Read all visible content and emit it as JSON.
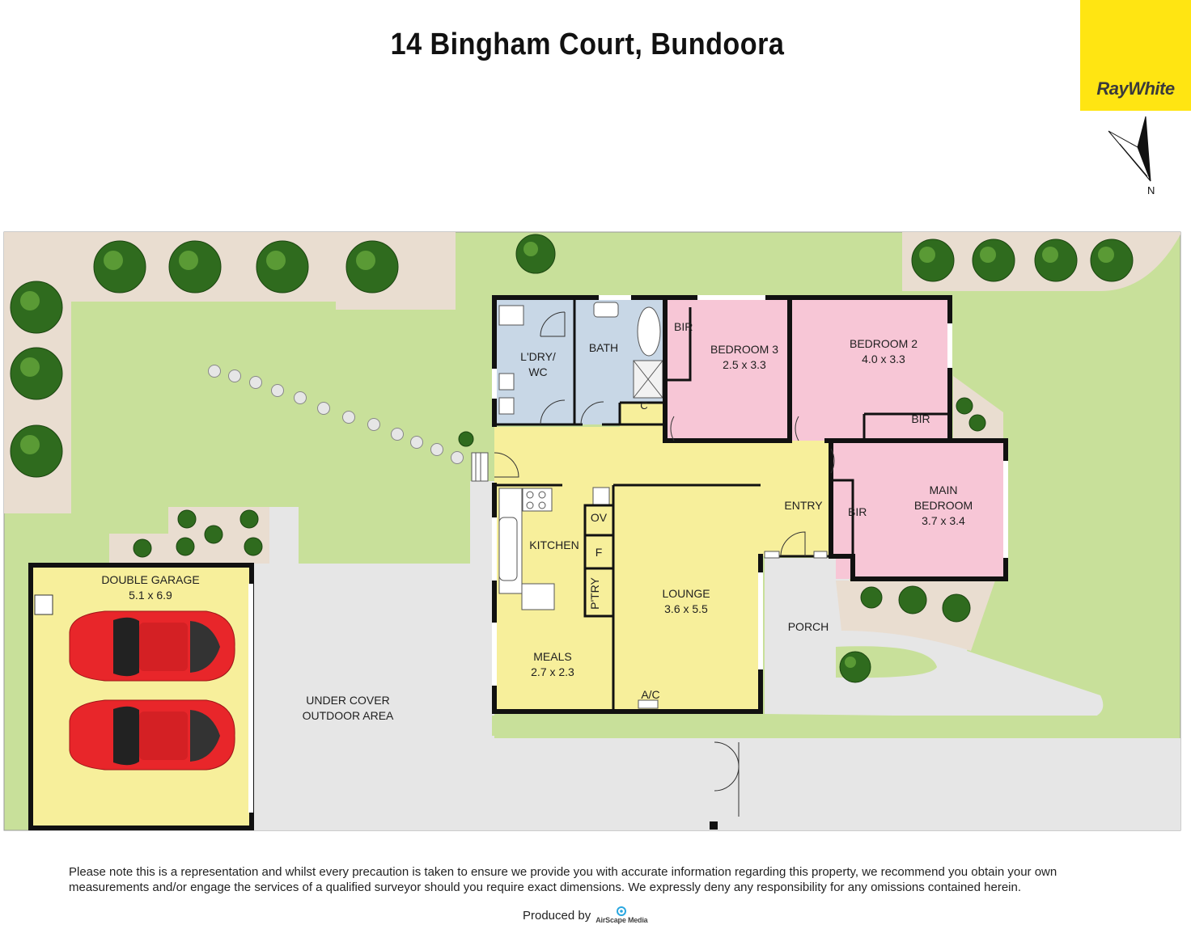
{
  "header": {
    "title": "14 Bingham Court, Bundoora"
  },
  "brand": {
    "name": "RayWhite",
    "color": "#ffe512"
  },
  "compass": {
    "label": "N"
  },
  "colors": {
    "lawn": "#c8e09a",
    "paving": "#e9ddd0",
    "concrete": "#e6e6e6",
    "living": "#f7ef9b",
    "wet": "#c8d7e6",
    "bedroom": "#f7c6d6",
    "garage": "#f7ef9b",
    "wall": "#111111",
    "car": "#e8262a"
  },
  "rooms": {
    "double_garage": {
      "name": "DOUBLE GARAGE",
      "size": "5.1 x 6.9"
    },
    "under_cover": {
      "line1": "UNDER COVER",
      "line2": "OUTDOOR AREA"
    },
    "laundry": {
      "line1": "L'DRY/",
      "line2": "WC"
    },
    "bath": {
      "name": "BATH"
    },
    "bir_bed3": {
      "name": "BIR"
    },
    "bedroom3": {
      "name": "BEDROOM 3",
      "size": "2.5 x 3.3"
    },
    "bedroom2": {
      "name": "BEDROOM 2",
      "size": "4.0 x 3.3"
    },
    "bir_bed2": {
      "name": "BIR"
    },
    "linen": {
      "name": "C"
    },
    "entry": {
      "name": "ENTRY"
    },
    "main_bedroom": {
      "line1": "MAIN",
      "line2": "BEDROOM",
      "size": "3.7 x 3.4"
    },
    "bir_main": {
      "name": "BIR"
    },
    "kitchen": {
      "name": "KITCHEN"
    },
    "oven": {
      "name": "OV"
    },
    "fridge": {
      "name": "F"
    },
    "pantry": {
      "name": "P'TRY"
    },
    "lounge": {
      "name": "LOUNGE",
      "size": "3.6 x 5.5"
    },
    "meals": {
      "name": "MEALS",
      "size": "2.7 x 2.3"
    },
    "aircon": {
      "name": "A/C"
    },
    "porch": {
      "name": "PORCH"
    }
  },
  "footer": {
    "disclaimer": "Please note this is a representation and whilst every precaution is taken to ensure we provide you with accurate information regarding this property, we recommend you obtain your own measurements and/or engage the services of a qualified surveyor should you require exact dimensions. We expressly deny any responsibility for any omissions contained herein.",
    "produced_by": "Produced by",
    "producer": "AirScape Media"
  }
}
